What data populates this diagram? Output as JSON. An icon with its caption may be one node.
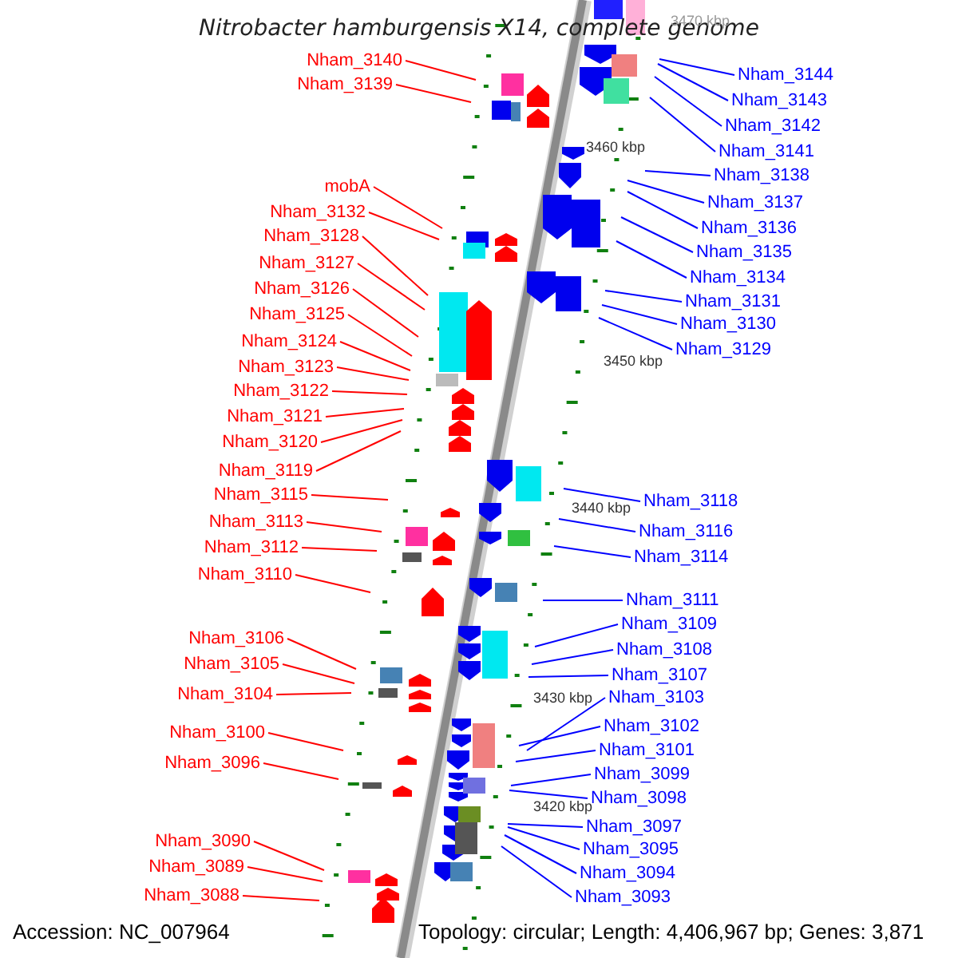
{
  "diagram": {
    "title": "Nitrobacter hamburgensis X14, complete genome",
    "nodes": [
      {
        "text": [
          "Nham_3140"
        ]
      },
      {
        "text": [
          "Nham_3139"
        ]
      },
      {
        "text": [
          "mobA"
        ]
      },
      {
        "text": [
          "Nham_3132"
        ]
      },
      {
        "text": [
          "Nham_3128"
        ]
      },
      {
        "text": [
          "Nham_3127"
        ]
      },
      {
        "text": [
          "Nham_3126"
        ]
      },
      {
        "text": [
          "Nham_3125"
        ]
      },
      {
        "text": [
          "Nham_3124"
        ]
      },
      {
        "text": [
          "Nham_3123"
        ]
      },
      {
        "text": [
          "Nham_3122"
        ]
      },
      {
        "text": [
          "Nham_3121"
        ]
      },
      {
        "text": [
          "Nham_3120"
        ]
      },
      {
        "text": [
          "Nham_3119"
        ]
      },
      {
        "text": [
          "Nham_3115"
        ]
      },
      {
        "text": [
          "Nham_3113"
        ]
      },
      {
        "text": [
          "Nham_3112"
        ]
      },
      {
        "text": [
          "Nham_3110"
        ]
      },
      {
        "text": [
          "Nham_3106"
        ]
      },
      {
        "text": [
          "Nham_3105"
        ]
      },
      {
        "text": [
          "Nham_3104"
        ]
      },
      {
        "text": [
          "Nham_3100"
        ]
      },
      {
        "text": [
          "Nham_3096"
        ]
      },
      {
        "text": [
          "Nham_3090"
        ]
      },
      {
        "text": [
          "Nham_3089"
        ]
      },
      {
        "text": [
          "Nham_3088"
        ]
      },
      {
        "text": [
          "Nham_3144"
        ]
      },
      {
        "text": [
          "Nham_3143"
        ]
      },
      {
        "text": [
          "Nham_3142"
        ]
      },
      {
        "text": [
          "Nham_3141"
        ]
      },
      {
        "text": [
          "Nham_3138"
        ]
      },
      {
        "text": [
          "Nham_3137"
        ]
      },
      {
        "text": [
          "Nham_3136"
        ]
      },
      {
        "text": [
          "Nham_3135"
        ]
      },
      {
        "text": [
          "Nham_3134"
        ]
      },
      {
        "text": [
          "Nham_3131"
        ]
      },
      {
        "text": [
          "Nham_3130"
        ]
      },
      {
        "text": [
          "Nham_3129"
        ]
      },
      {
        "text": [
          "Nham_3118"
        ]
      },
      {
        "text": [
          "Nham_3116"
        ]
      },
      {
        "text": [
          "Nham_3114"
        ]
      },
      {
        "text": [
          "Nham_3111"
        ]
      },
      {
        "text": [
          "Nham_3109"
        ]
      },
      {
        "text": [
          "Nham_3108"
        ]
      },
      {
        "text": [
          "Nham_3107"
        ]
      },
      {
        "text": [
          "Nham_3103"
        ]
      },
      {
        "text": [
          "Nham_3102"
        ]
      },
      {
        "text": [
          "Nham_3101"
        ]
      },
      {
        "text": [
          "Nham_3099"
        ]
      },
      {
        "text": [
          "Nham_3098"
        ]
      },
      {
        "text": [
          "Nham_3097"
        ]
      },
      {
        "text": [
          "Nham_3095"
        ]
      },
      {
        "text": [
          "Nham_3094"
        ]
      },
      {
        "text": [
          "Nham_3093"
        ]
      }
    ],
    "edges": [
      {
        "from": 0,
        "to": null,
        "arrow": "none",
        "color": "#ff0000"
      },
      {
        "from": 1,
        "to": null,
        "arrow": "none",
        "color": "#ff0000"
      },
      {
        "from": 2,
        "to": null,
        "arrow": "none",
        "color": "#ff0000"
      },
      {
        "from": 3,
        "to": null,
        "arrow": "none",
        "color": "#ff0000"
      },
      {
        "from": 4,
        "to": null,
        "arrow": "none",
        "color": "#ff0000"
      },
      {
        "from": 5,
        "to": null,
        "arrow": "none",
        "color": "#ff0000"
      },
      {
        "from": 6,
        "to": null,
        "arrow": "none",
        "color": "#ff0000"
      },
      {
        "from": 7,
        "to": null,
        "arrow": "none",
        "color": "#ff0000"
      },
      {
        "from": 8,
        "to": null,
        "arrow": "none",
        "color": "#ff0000"
      },
      {
        "from": 9,
        "to": null,
        "arrow": "none",
        "color": "#ff0000"
      },
      {
        "from": 10,
        "to": null,
        "arrow": "none",
        "color": "#ff0000"
      },
      {
        "from": 11,
        "to": null,
        "arrow": "none",
        "color": "#ff0000"
      },
      {
        "from": 12,
        "to": null,
        "arrow": "none",
        "color": "#ff0000"
      },
      {
        "from": 13,
        "to": null,
        "arrow": "none",
        "color": "#ff0000"
      },
      {
        "from": 14,
        "to": null,
        "arrow": "none",
        "color": "#ff0000"
      },
      {
        "from": 15,
        "to": null,
        "arrow": "none",
        "color": "#ff0000"
      },
      {
        "from": 16,
        "to": null,
        "arrow": "none",
        "color": "#ff0000"
      },
      {
        "from": 17,
        "to": null,
        "arrow": "none",
        "color": "#ff0000"
      },
      {
        "from": 18,
        "to": null,
        "arrow": "none",
        "color": "#ff0000"
      },
      {
        "from": 19,
        "to": null,
        "arrow": "none",
        "color": "#ff0000"
      },
      {
        "from": 20,
        "to": null,
        "arrow": "none",
        "color": "#ff0000"
      },
      {
        "from": 21,
        "to": null,
        "arrow": "none",
        "color": "#ff0000"
      },
      {
        "from": 22,
        "to": null,
        "arrow": "none",
        "color": "#ff0000"
      },
      {
        "from": 23,
        "to": null,
        "arrow": "none",
        "color": "#ff0000"
      },
      {
        "from": 24,
        "to": null,
        "arrow": "none",
        "color": "#ff0000"
      },
      {
        "from": 25,
        "to": null,
        "arrow": "none",
        "color": "#ff0000"
      },
      {
        "from": 26,
        "to": null,
        "arrow": "none"
      },
      {
        "from": 27,
        "to": null,
        "arrow": "none"
      },
      {
        "from": 28,
        "to": null,
        "arrow": "none"
      },
      {
        "from": 29,
        "to": null,
        "arrow": "none"
      },
      {
        "from": 30,
        "to": null,
        "arrow": "none"
      },
      {
        "from": 31,
        "to": null,
        "arrow": "none"
      },
      {
        "from": 32,
        "to": null,
        "arrow": "none"
      },
      {
        "from": 33,
        "to": null,
        "arrow": "none"
      },
      {
        "from": 34,
        "to": null,
        "arrow": "none"
      },
      {
        "from": 35,
        "to": null,
        "arrow": "none"
      },
      {
        "from": 36,
        "to": null,
        "arrow": "none"
      },
      {
        "from": 37,
        "to": null,
        "arrow": "none"
      },
      {
        "from": 38,
        "to": null,
        "arrow": "none"
      },
      {
        "from": 39,
        "to": null,
        "arrow": "none"
      },
      {
        "from": 40,
        "to": null,
        "arrow": "none"
      },
      {
        "from": 41,
        "to": null,
        "arrow": "none"
      },
      {
        "from": 42,
        "to": null,
        "arrow": "none"
      },
      {
        "from": 43,
        "to": null,
        "arrow": "none"
      },
      {
        "from": 44,
        "to": null,
        "arrow": "none"
      },
      {
        "from": 45,
        "to": null,
        "arrow": "none"
      },
      {
        "from": 46,
        "to": null,
        "arrow": "none"
      },
      {
        "from": 47,
        "to": null,
        "arrow": "none"
      },
      {
        "from": 48,
        "to": null,
        "arrow": "none"
      },
      {
        "from": 49,
        "to": null,
        "arrow": "none"
      },
      {
        "from": 50,
        "to": null,
        "arrow": "none"
      },
      {
        "from": 51,
        "to": null,
        "arrow": "none"
      },
      {
        "from": 52,
        "to": null,
        "arrow": "none"
      },
      {
        "from": 53,
        "to": null,
        "arrow": "none"
      }
    ],
    "labels": [
      "3470 kbp",
      "3460 kbp",
      "3450 kbp",
      "3440 kbp",
      "3430 kbp",
      "3420 kbp",
      "Accession: NC_007964",
      "Topology: circular; Length: 4,406,967 bp; Genes: 3,871"
    ]
  }
}
